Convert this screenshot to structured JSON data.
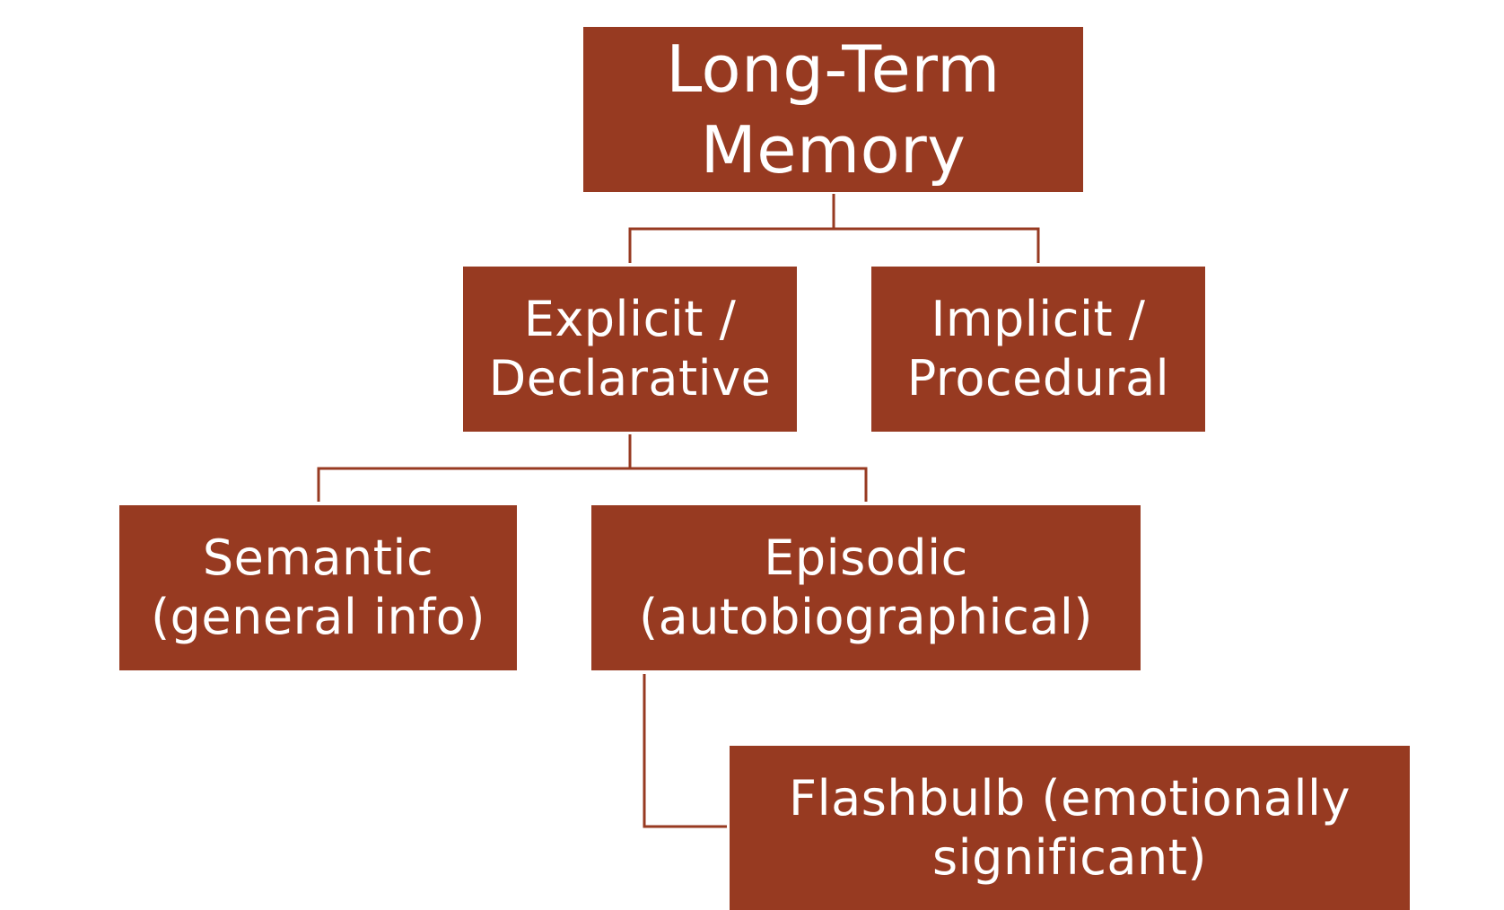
{
  "colors": {
    "node_fill": "#973a21",
    "node_text": "#ffffff",
    "connector": "#973a21"
  },
  "nodes": {
    "long_term_memory": {
      "line1": "Long-Term",
      "line2": "Memory"
    },
    "explicit": {
      "line1": "Explicit /",
      "line2": "Declarative"
    },
    "implicit": {
      "line1": "Implicit /",
      "line2": "Procedural"
    },
    "semantic": {
      "line1": "Semantic",
      "line2": "(general info)"
    },
    "episodic": {
      "line1": "Episodic",
      "line2": "(autobiographical)"
    },
    "flashbulb": {
      "line1": "Flashbulb (emotionally",
      "line2": "significant)"
    }
  }
}
